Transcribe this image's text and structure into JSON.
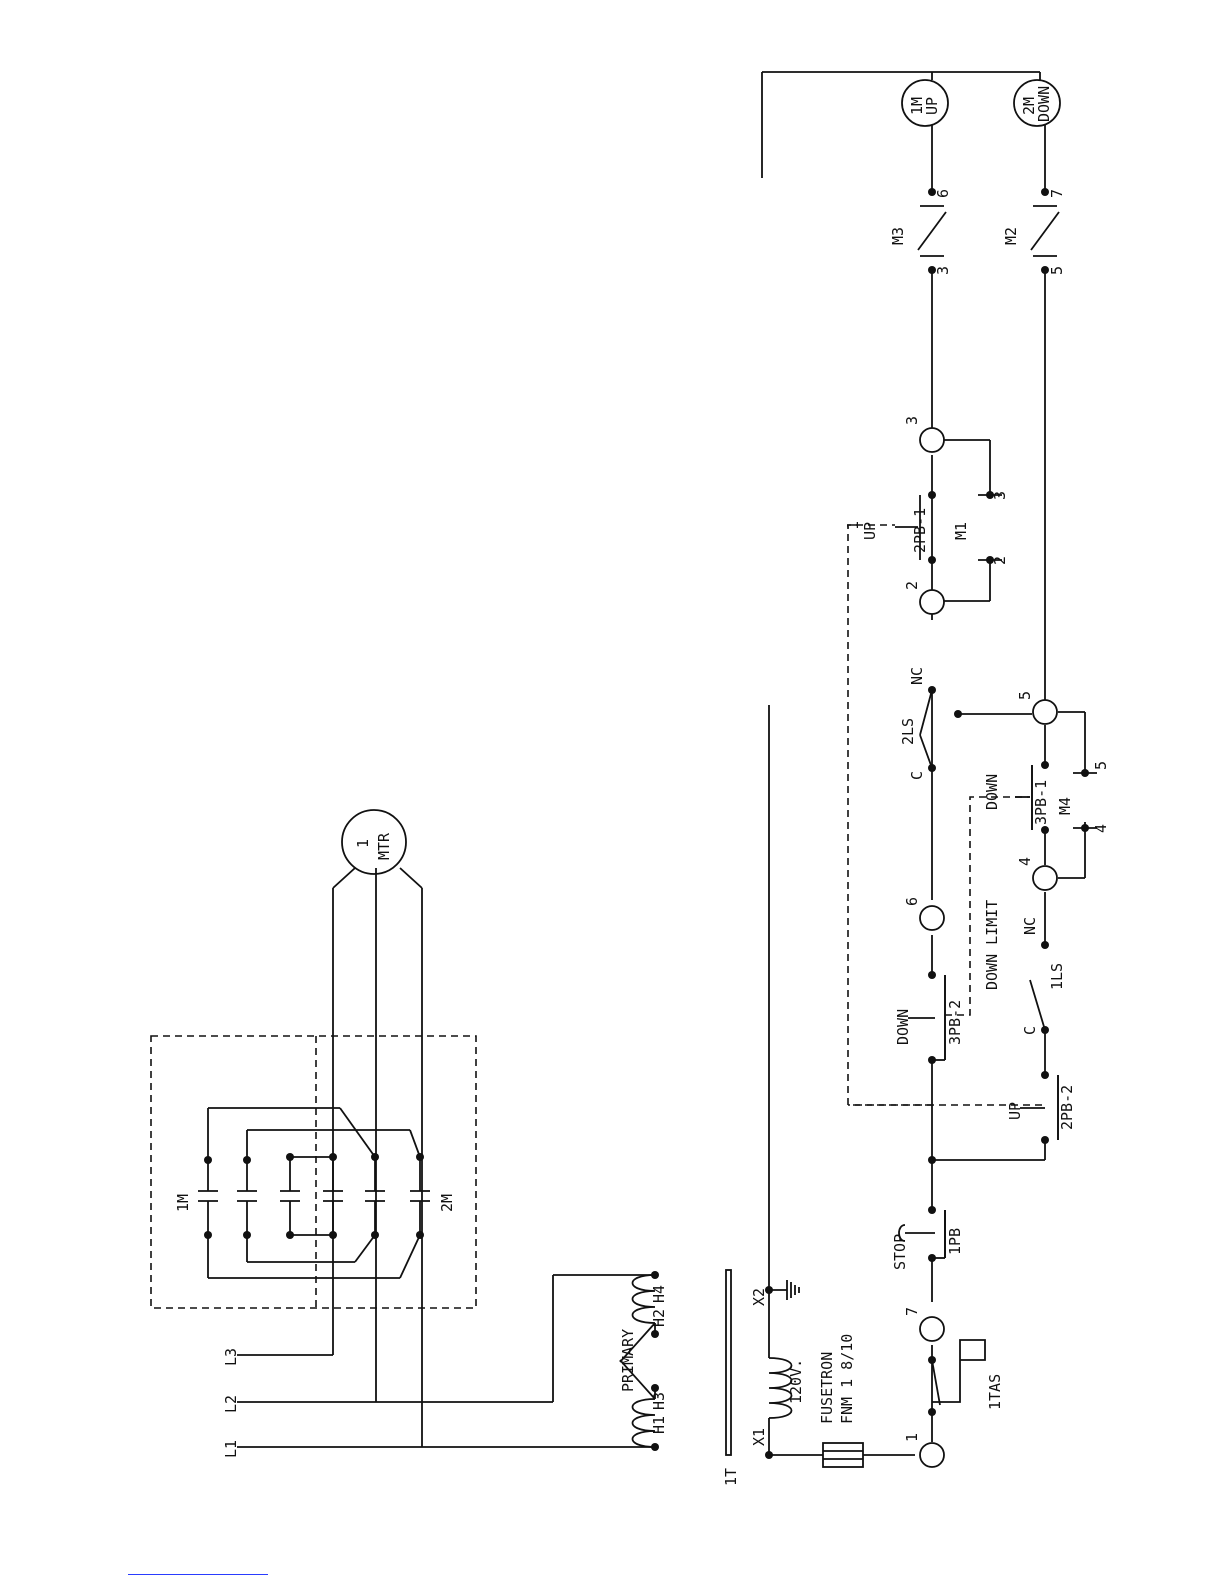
{
  "power_lines": [
    "L1",
    "L2",
    "L3"
  ],
  "transformer": {
    "label": "1T",
    "primary_label": "PRIMARY",
    "primary_taps": [
      "H1",
      "H3",
      "H2",
      "H4"
    ],
    "secondary_taps": [
      "X1",
      "X2"
    ],
    "secondary_voltage": "120V."
  },
  "fuse": {
    "line1": "FUSETRON",
    "line2": "FNM 1 8/10"
  },
  "motor": {
    "number": "1",
    "label": "MTR"
  },
  "starter_labels": [
    "1M",
    "2M"
  ],
  "coils": [
    {
      "top": "1M",
      "bottom": "UP"
    },
    {
      "top": "2M",
      "bottom": "DOWN"
    }
  ],
  "devices": {
    "thermal": "1TAS",
    "stop_pb": "1PB",
    "stop_label": "STOP",
    "down_pb_2": "3PB-2",
    "down_label": "DOWN",
    "up_pb_2": "2PB-2",
    "up_label": "UP",
    "up_pb_1": "2PB-1",
    "down_pb_1": "3PB-1",
    "limit_up": "2LS",
    "limit_down": "1LS",
    "down_limit_label": "DOWN LIMIT",
    "nc": "NC",
    "common": "C",
    "interlock_label": "1"
  },
  "contacts": [
    "M1",
    "M2",
    "M3",
    "M4"
  ],
  "terminals": [
    "1",
    "7",
    "6",
    "2",
    "3",
    "4",
    "5"
  ],
  "wire_numbers": {
    "m1": [
      "2",
      "3"
    ],
    "m4": [
      "4",
      "5"
    ],
    "m3": [
      "3",
      "6"
    ],
    "m2": [
      "5",
      "7"
    ]
  }
}
